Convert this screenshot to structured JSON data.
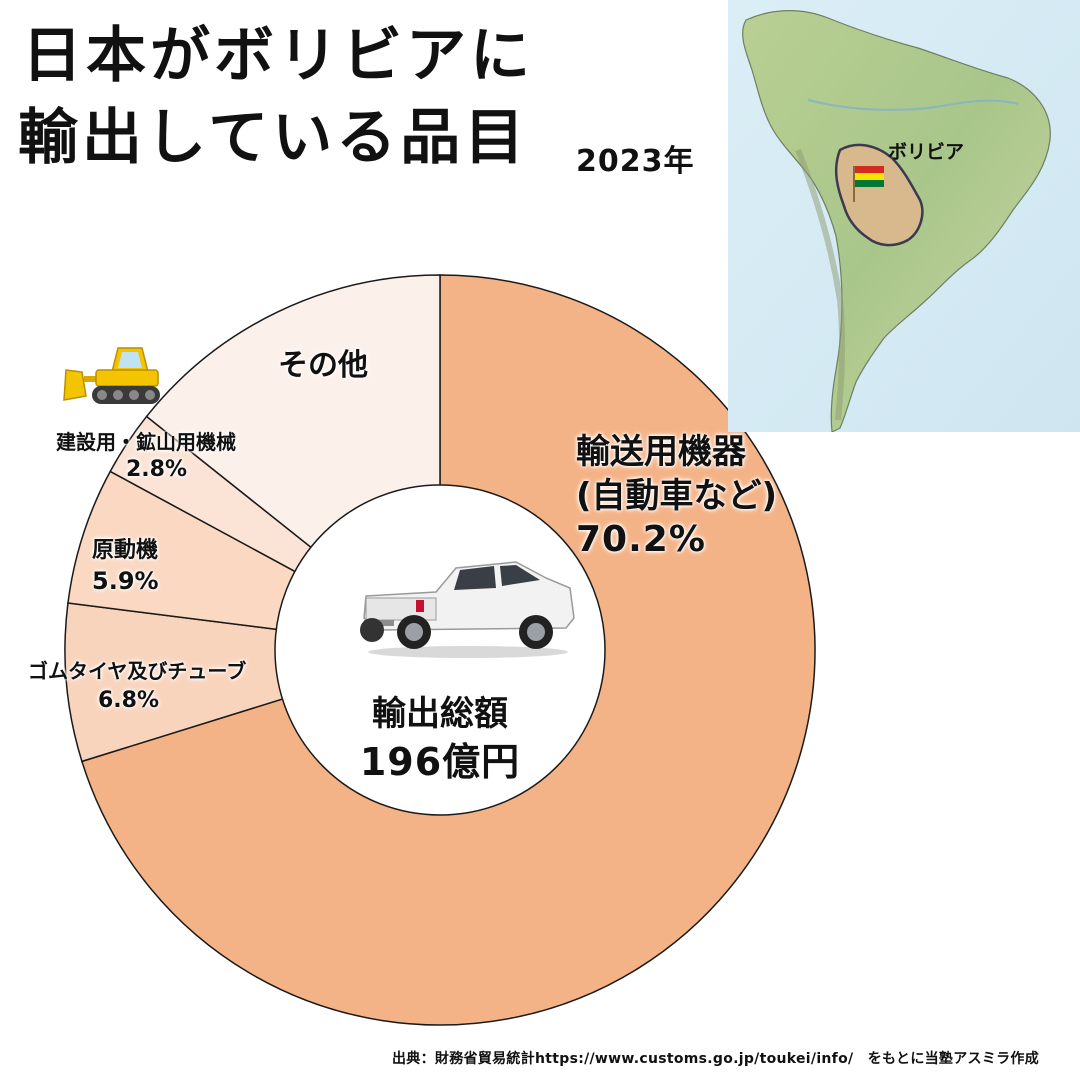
{
  "header": {
    "title_line1": "日本がボリビアに",
    "title_line2": "輸出している品目",
    "year": "2023年"
  },
  "map": {
    "label": "ボリビア"
  },
  "center": {
    "label": "輸出総額",
    "value": "196億円"
  },
  "source": "出典：財務省貿易統計https://www.customs.go.jp/toukei/info/　をもとに当塾アスミラ作成",
  "icons": [
    "pickup-truck-icon",
    "bulldozer-icon",
    "bolivia-flag-icon"
  ],
  "colors": {
    "transport": "#f4b387",
    "tire": "#f9d4bd",
    "engine": "#fad8c2",
    "construction": "#fbe4d6",
    "other": "#fcf0ea",
    "stroke": "#1a1a1a"
  },
  "chart_data": {
    "type": "pie",
    "donut": true,
    "start": "12 o'clock",
    "direction": "clockwise",
    "slices": [
      {
        "key": "transport",
        "name": "輸送用機器",
        "name2": "(自動車など)",
        "value": 70.2,
        "label": "70.2%"
      },
      {
        "key": "tire",
        "name": "ゴムタイヤ及びチューブ",
        "value": 6.8,
        "label": "6.8%"
      },
      {
        "key": "engine",
        "name": "原動機",
        "value": 5.9,
        "label": "5.9%"
      },
      {
        "key": "construction",
        "name": "建設用・鉱山用機械",
        "value": 2.8,
        "label": "2.8%"
      },
      {
        "key": "other",
        "name": "その他",
        "value": 14.3
      }
    ]
  }
}
